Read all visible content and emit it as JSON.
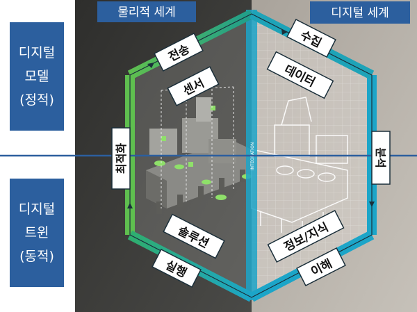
{
  "headers": {
    "physical": "물리적 세계",
    "digital": "디지털 세계"
  },
  "model_box": {
    "line1": "디지털",
    "line2": "모델",
    "line3": "(정적)"
  },
  "twin_box": {
    "line1": "디지털",
    "line2": "트윈",
    "line3": "(동적)"
  },
  "cycle": {
    "transmit": "전송",
    "sensor": "센서",
    "collect": "수집",
    "data": "데이터",
    "analyze": "분석",
    "optimize": "최적화",
    "solution": "솔루션",
    "execute": "실행",
    "info_knowledge": "정보/지식",
    "understand": "이해"
  },
  "integration_label": "INTEGRATION",
  "colors": {
    "accent_blue": "#2c5f9e",
    "cycle_green": "#5fbf4f",
    "cycle_cyan": "#1ca5c8",
    "physical_bg": "#3d3d3b",
    "digital_bg": "#b9b4ac"
  }
}
